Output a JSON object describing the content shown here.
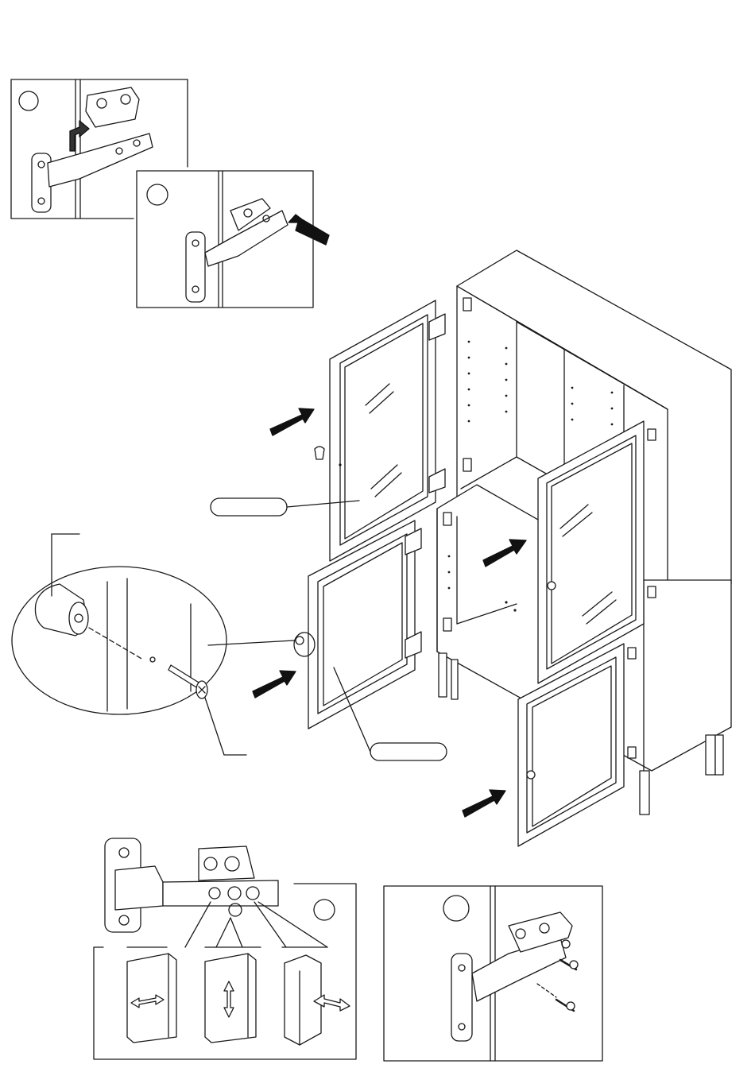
{
  "page": {
    "type": "assembly-instruction-sheet"
  },
  "steps": [
    {
      "id": "step-a",
      "number": ""
    },
    {
      "id": "step-b",
      "number": ""
    },
    {
      "id": "step-c",
      "number": ""
    },
    {
      "id": "step-d",
      "number": ""
    }
  ],
  "labels": {
    "upper_door_label": "",
    "lower_door_label": ""
  },
  "icons": {
    "push_arrow": "push-arrow-icon",
    "adjust_horizontal": "adjust-horizontal-icon",
    "adjust_vertical": "adjust-vertical-icon",
    "adjust_depth": "adjust-depth-icon"
  },
  "colors": {
    "line": "#1a1a1a",
    "fill": "#ffffff",
    "arrow": "#111111"
  }
}
